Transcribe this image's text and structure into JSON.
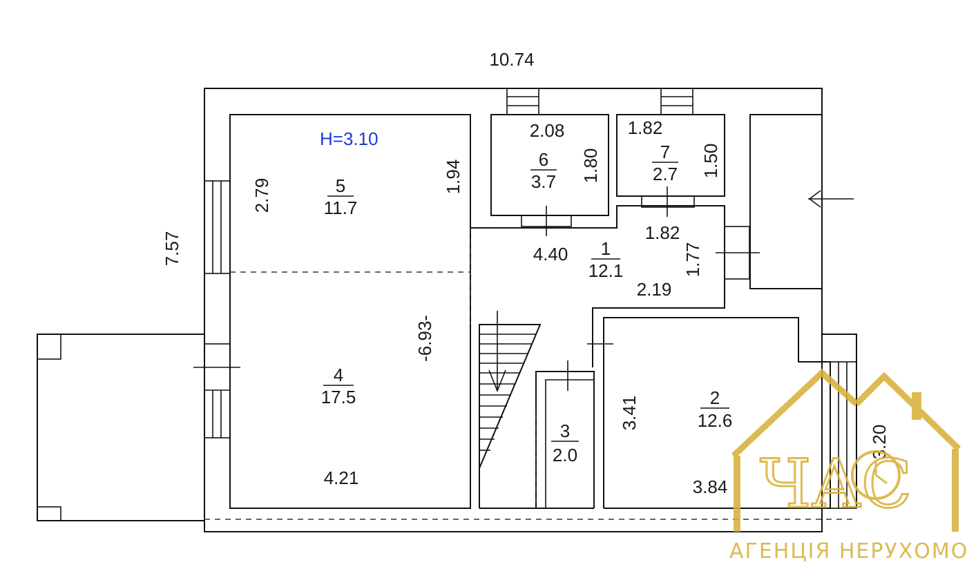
{
  "plan": {
    "overall_width": "10.74",
    "overall_height": "7.57",
    "ceiling_height": "H=3.10",
    "dim_room5_left": "2.79",
    "dim_room5_right": "1.94",
    "dim_room6_top": "2.08",
    "dim_room6_right": "1.80",
    "dim_room7_top": "1.82",
    "dim_room7_right": "1.50",
    "dim_hall_top": "1.82",
    "dim_hall_side": "1.77",
    "dim_hall_width": "4.40",
    "dim_hall_bottom": "2.19",
    "dim_room4_height": "-6.93-",
    "dim_room4_bottom": "4.21",
    "dim_room2_left": "3.41",
    "dim_room2_bottom": "3.84",
    "dim_room2_right": "3.20",
    "rooms": [
      {
        "number": "1",
        "area": "12.1"
      },
      {
        "number": "2",
        "area": "12.6"
      },
      {
        "number": "3",
        "area": "2.0"
      },
      {
        "number": "4",
        "area": "17.5"
      },
      {
        "number": "5",
        "area": "11.7"
      },
      {
        "number": "6",
        "area": "3.7"
      },
      {
        "number": "7",
        "area": "2.7"
      }
    ]
  },
  "watermark": {
    "logo_letters": "ЧАС",
    "tagline": "АГЕНЦІЯ НЕРУХОМОСТІ",
    "color": "#d9b13a"
  }
}
